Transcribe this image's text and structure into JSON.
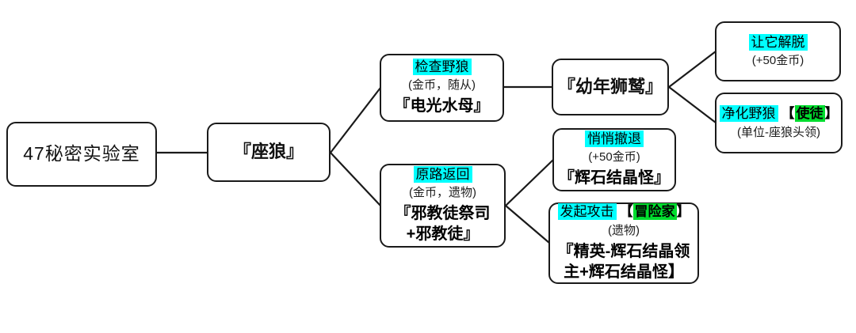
{
  "diagram": {
    "colors": {
      "action_highlight": "#00ffff",
      "tag_highlight": "#00dd2e",
      "box_border": "#1a1a1a",
      "background": "#ffffff"
    },
    "nodes": {
      "lab": {
        "title": "47秘密实验室"
      },
      "warg": {
        "title": "『座狼』"
      },
      "check": {
        "action": "检查野狼",
        "reward": "(金币，随从)",
        "result": "『电光水母』"
      },
      "back": {
        "action": "原路返回",
        "reward": "(金币，遗物)",
        "result": "『邪教徒祭司+邪教徒』"
      },
      "griffin": {
        "title": "『幼年狮鹫』"
      },
      "release": {
        "action": "让它解脱",
        "reward": "(+50金币)"
      },
      "purify": {
        "action": "净化野狼",
        "tag_open": "【",
        "tag": "使徒",
        "tag_close": "】",
        "reward": "(单位-座狼头领)"
      },
      "retreat": {
        "action": "悄悄撤退",
        "reward": "(+50金币)",
        "result": "『辉石结晶怪』"
      },
      "attack": {
        "action": "发起攻击",
        "tag_open": "【",
        "tag": "冒险家",
        "tag_close": "】",
        "reward": "(遗物)",
        "result": "『精英-辉石结晶领主+辉石结晶怪】"
      }
    }
  }
}
